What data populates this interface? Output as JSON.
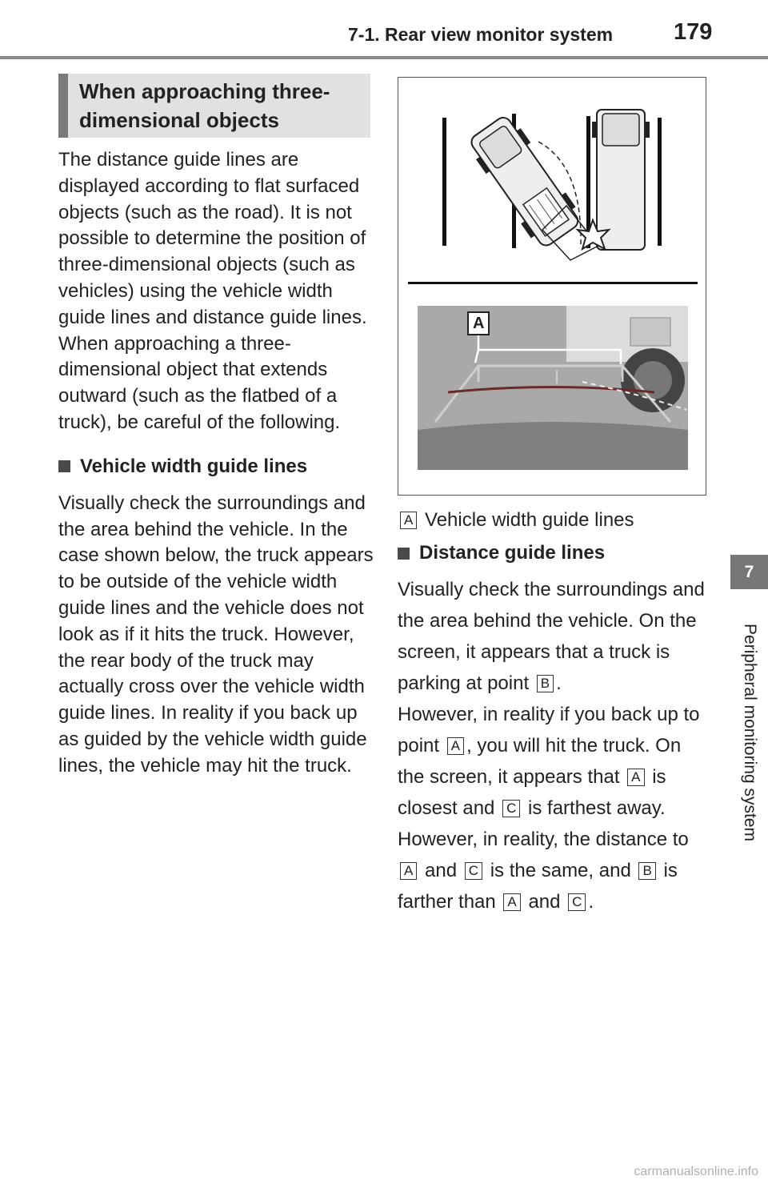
{
  "header": {
    "section": "7-1. Rear view monitor system",
    "page": "179"
  },
  "side": {
    "chapter_number": "7",
    "chapter_title": "Peripheral monitoring system"
  },
  "section_title": "When approaching three-dimensional objects",
  "intro": "The distance guide lines are displayed according to flat surfaced objects (such as the road). It is not possible to determine the position of three-dimensional objects (such as vehicles) using the vehicle width guide lines and distance guide lines. When approaching a three-dimensional object that extends outward (such as the flatbed of a truck), be careful of the following.",
  "width": {
    "title": "Vehicle width guide lines",
    "body": "Visually check the surroundings and the area behind the vehicle. In the case shown below, the truck appears to be outside of the vehicle width guide lines and the vehicle does not look as if it hits the truck. However, the rear body of the truck may actually cross over the vehicle width guide lines. In reality if you back up as guided by the vehicle width guide lines, the vehicle may hit the truck."
  },
  "figure": {
    "label_a": "A"
  },
  "legend": {
    "a_tag": "A",
    "a_text": "Vehicle width guide lines"
  },
  "distance": {
    "title": "Distance guide lines",
    "p1_a": "Visually check the surroundings and the area behind the vehicle. On the screen, it appears that a truck is parking at point",
    "p1_tag": "B",
    "p1_b": ".",
    "p2_1": "However, in reality if you back up to point",
    "p2_tag1": "A",
    "p2_2": ", you will hit the truck. On the screen, it appears that",
    "p2_tag2": "A",
    "p2_3": "is closest and",
    "p2_tag3": "C",
    "p2_4": "is farthest away. However, in reality, the distance to",
    "p2_tag4": "A",
    "p2_5": "and",
    "p2_tag5": "C",
    "p2_6": "is the same, and",
    "p2_tag6": "B",
    "p2_7": "is farther than",
    "p2_tag7": "A",
    "p2_8": "and",
    "p2_tag8": "C",
    "p2_9": "."
  },
  "footer": "carmanualsonline.info"
}
